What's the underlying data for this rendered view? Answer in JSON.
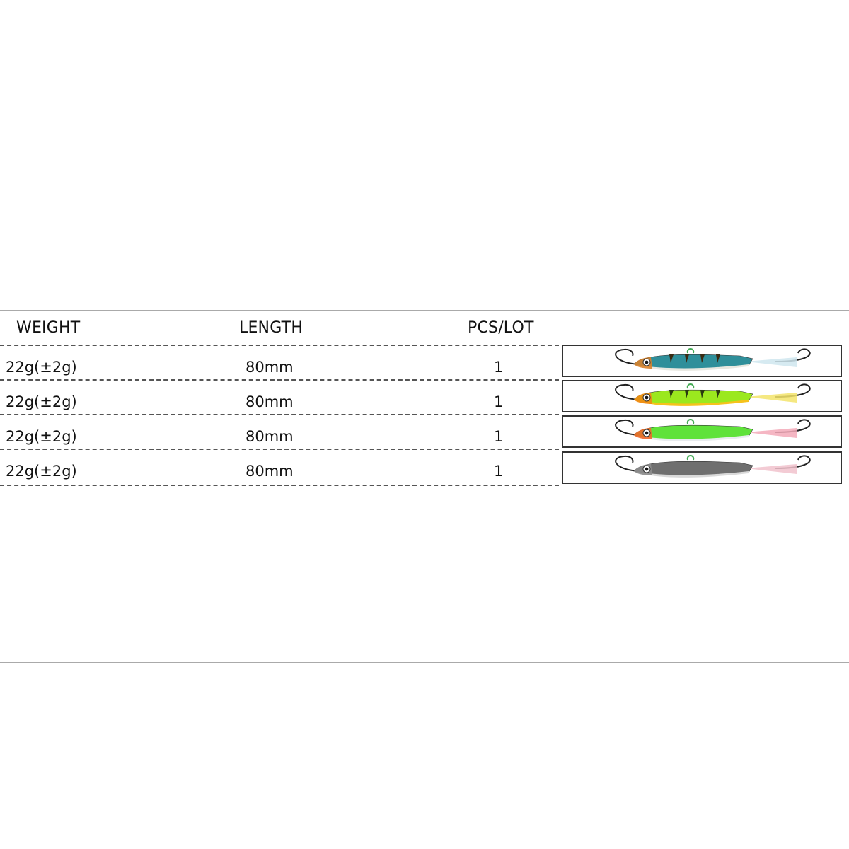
{
  "table": {
    "headers": {
      "weight": "WEIGHT",
      "length": "LENGTH",
      "pcs_lot": "PCS/LOT"
    },
    "rows": [
      {
        "weight": "22g(±2g)",
        "length": "80mm",
        "pcs_lot": "1",
        "lure_icon": "lure-perch-icon",
        "colors": {
          "body": "#2f8f9a",
          "belly": "#e8e8e0",
          "head": "#d9822b",
          "stripe": "#3a2a12",
          "tail": "#cfe6ee"
        }
      },
      {
        "weight": "22g(±2g)",
        "length": "80mm",
        "pcs_lot": "1",
        "lure_icon": "lure-firetiger-icon",
        "colors": {
          "body": "#9be81e",
          "belly": "#f6c21b",
          "head": "#f08a12",
          "stripe": "#2a3a10",
          "tail": "#f3e46b"
        }
      },
      {
        "weight": "22g(±2g)",
        "length": "80mm",
        "pcs_lot": "1",
        "lure_icon": "lure-green-silver-icon",
        "colors": {
          "body": "#5fe23a",
          "belly": "#e9ecef",
          "head": "#f0682a",
          "stripe": "",
          "tail": "#f3a9b8"
        }
      },
      {
        "weight": "22g(±2g)",
        "length": "80mm",
        "pcs_lot": "1",
        "lure_icon": "lure-silver-black-icon",
        "colors": {
          "body": "#6f6f6f",
          "belly": "#d9d9d9",
          "head": "#8d8d8d",
          "stripe": "",
          "tail": "#f1c2cc"
        }
      }
    ]
  }
}
